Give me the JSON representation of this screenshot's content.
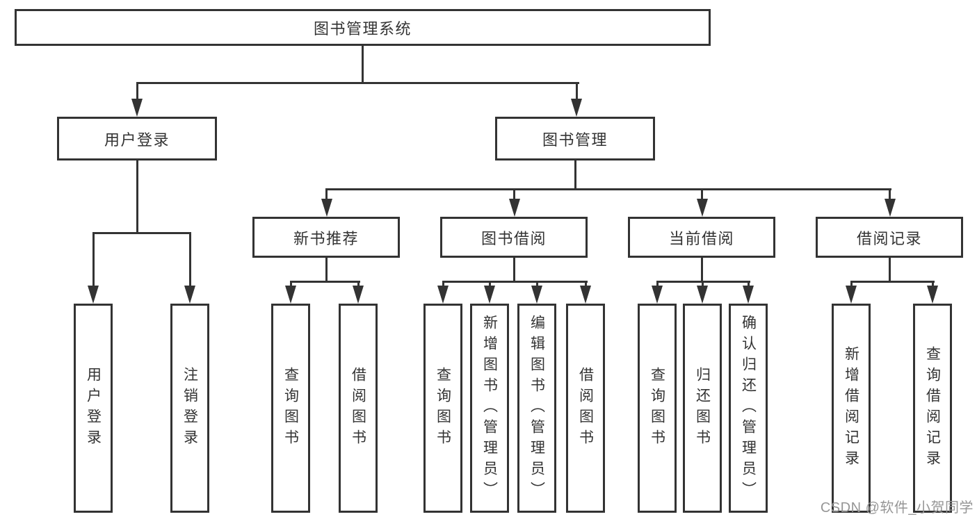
{
  "root": {
    "label": "图书管理系统"
  },
  "level1": [
    {
      "label": "用户登录"
    },
    {
      "label": "图书管理"
    }
  ],
  "level2": [
    {
      "label": "新书推荐"
    },
    {
      "label": "图书借阅"
    },
    {
      "label": "当前借阅"
    },
    {
      "label": "借阅记录"
    }
  ],
  "groups": [
    {
      "parent": "用户登录",
      "children": [
        "用户登录",
        "注销登录"
      ]
    },
    {
      "parent": "新书推荐",
      "children": [
        "查询图书",
        "借阅图书"
      ]
    },
    {
      "parent": "图书借阅",
      "children": [
        "查询图书",
        "新增图书（管理员）",
        "编辑图书（管理员）",
        "借阅图书"
      ]
    },
    {
      "parent": "当前借阅",
      "children": [
        "查询图书",
        "归还图书",
        "确认归还（管理员）"
      ]
    },
    {
      "parent": "借阅记录",
      "children": [
        "新增借阅记录",
        "查询借阅记录"
      ]
    }
  ],
  "watermark": "CSDN @软件_小贺同学",
  "colors": {
    "ink": "#333333",
    "watermark": "#969696",
    "background": "#ffffff"
  }
}
